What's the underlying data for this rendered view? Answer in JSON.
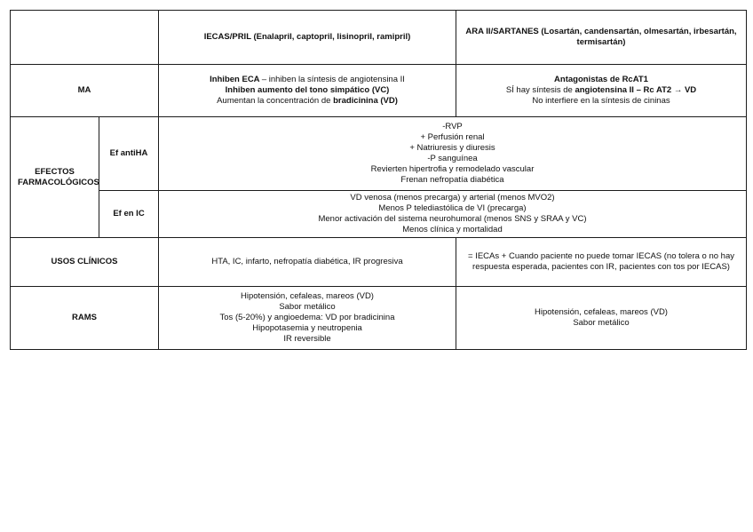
{
  "table": {
    "header": {
      "iecas_label": "IECAS/PRIL (Enalapril, captopril, lisinopril, ramipril)",
      "ara_label": "ARA II/SARTANES (Losartán, candensartán, olmesartán, irbesartán, termisartán)"
    },
    "ma": {
      "label": "MA",
      "iecas_lines": [
        [
          {
            "t": "Inhiben ECA ",
            "b": true
          },
          {
            "t": "– inhiben la síntesis de angiotensina II",
            "b": false
          }
        ],
        [
          {
            "t": "Inhiben aumento del tono simpático (VC)",
            "b": true
          }
        ],
        [
          {
            "t": "Aumentan la concentración de ",
            "b": false
          },
          {
            "t": "bradicinina (VD)",
            "b": true
          }
        ]
      ],
      "ara_lines": [
        [
          {
            "t": "Antagonistas de RcAT1",
            "b": true
          }
        ],
        [
          {
            "t": "SÍ hay síntesis de ",
            "b": false
          },
          {
            "t": "angiotensina II – Rc AT2 → VD",
            "b": true
          }
        ],
        [
          {
            "t": "No interfiere en la síntesis de cininas",
            "b": false
          }
        ]
      ]
    },
    "efectos": {
      "label": "EFECTOS FARMACOLÓGICOS",
      "antiha_label": "Ef antiHA",
      "antiha_lines": [
        [
          {
            "t": "-RVP",
            "b": false
          }
        ],
        [
          {
            "t": "+ Perfusión renal",
            "b": false
          }
        ],
        [
          {
            "t": "+ Natriuresis y diuresis",
            "b": false
          }
        ],
        [
          {
            "t": "-P sanguínea",
            "b": false
          }
        ],
        [
          {
            "t": "Revierten hipertrofia y remodelado vascular",
            "b": false
          }
        ],
        [
          {
            "t": "Frenan nefropatía diabética",
            "b": false
          }
        ]
      ],
      "ic_label": "Ef en IC",
      "ic_lines": [
        [
          {
            "t": "VD venosa (menos precarga) y arterial (menos MVO2)",
            "b": false
          }
        ],
        [
          {
            "t": "Menos P telediastólica de VI (precarga)",
            "b": false
          }
        ],
        [
          {
            "t": "Menor activación del sistema neurohumoral (menos SNS y SRAA y VC)",
            "b": false
          }
        ],
        [
          {
            "t": "Menos clínica y mortalidad",
            "b": false
          }
        ]
      ]
    },
    "usos": {
      "label": "USOS CLÍNICOS",
      "iecas_lines": [
        [
          {
            "t": "HTA, IC, infarto, nefropatía diabética, IR progresiva",
            "b": false
          }
        ]
      ],
      "ara_lines": [
        [
          {
            "t": "= IECAs + Cuando paciente no puede tomar IECAS (no tolera o no hay respuesta esperada, pacientes con IR, pacientes con tos por IECAS)",
            "b": false
          }
        ]
      ]
    },
    "rams": {
      "label": "RAMS",
      "iecas_lines": [
        [
          {
            "t": "Hipotensión, cefaleas, mareos (VD)",
            "b": false
          }
        ],
        [
          {
            "t": "Sabor metálico",
            "b": false
          }
        ],
        [
          {
            "t": "Tos (5-20%) y angioedema: VD por bradicinina",
            "b": false
          }
        ],
        [
          {
            "t": "Hipopotasemia y neutropenia",
            "b": false
          }
        ],
        [
          {
            "t": "IR reversible",
            "b": false
          }
        ]
      ],
      "ara_lines": [
        [
          {
            "t": "Hipotensión, cefaleas, mareos (VD)",
            "b": false
          }
        ],
        [
          {
            "t": "Sabor metálico",
            "b": false
          }
        ]
      ]
    }
  }
}
